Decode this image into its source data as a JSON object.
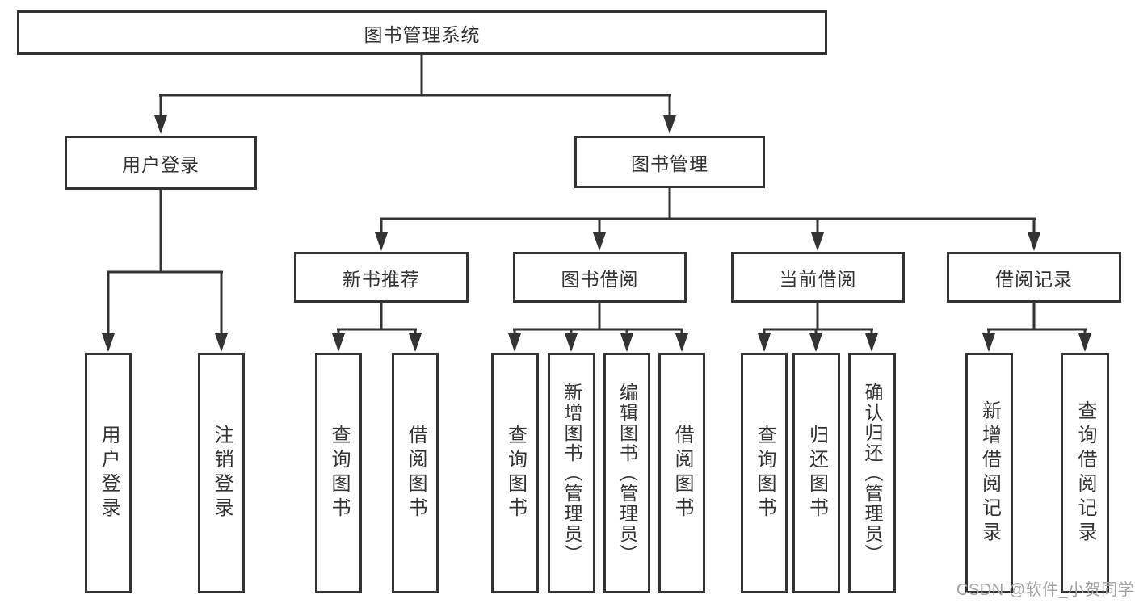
{
  "colors": {
    "line": "#333333",
    "box_background": "#ffffff",
    "text": "#333333",
    "watermark": "#a3a3a3"
  },
  "watermark": {
    "text": "CSDN @软件_小贺同学"
  },
  "diagram": {
    "type": "hierarchy-tree",
    "root": {
      "label": "图书管理系统",
      "children": [
        {
          "label": "用户登录",
          "children": [
            {
              "label": "用户登录"
            },
            {
              "label": "注销登录"
            }
          ]
        },
        {
          "label": "图书管理",
          "children": [
            {
              "label": "新书推荐",
              "children": [
                {
                  "label": "查询图书"
                },
                {
                  "label": "借阅图书"
                }
              ]
            },
            {
              "label": "图书借阅",
              "children": [
                {
                  "label": "查询图书"
                },
                {
                  "label": "新增图书（管理员）"
                },
                {
                  "label": "编辑图书（管理员）"
                },
                {
                  "label": "借阅图书"
                }
              ]
            },
            {
              "label": "当前借阅",
              "children": [
                {
                  "label": "查询图书"
                },
                {
                  "label": "归还图书"
                },
                {
                  "label": "确认归还（管理员）"
                }
              ]
            },
            {
              "label": "借阅记录",
              "children": [
                {
                  "label": "新增借阅记录"
                },
                {
                  "label": "查询借阅记录"
                }
              ]
            }
          ]
        }
      ]
    }
  }
}
